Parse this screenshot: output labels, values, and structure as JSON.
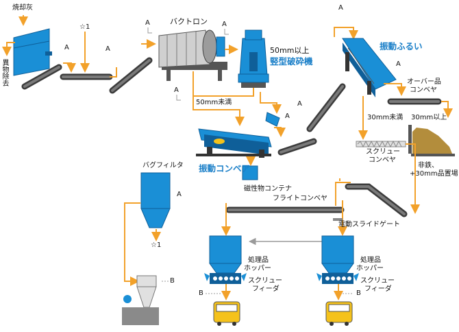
{
  "colors": {
    "flow": "#f2a12a",
    "equipment": "#1a8fd6",
    "equipment_dark": "#0f5f99",
    "conveyor": "#3c3c3c",
    "heading_blue": "#1a7fc8",
    "return_arrow": "#9a9a9a",
    "pile": "#b38d3c",
    "truck": "#f5c21b"
  },
  "labels": {
    "incinerator_ash": "焼却灰",
    "foreign_removal": "異物除去",
    "bactron": "バクトロン",
    "over50": "50mm以上",
    "crusher": "竪型破砕機",
    "under50": "50mm未満",
    "vib_screen": "振動ふるい",
    "over_conv_1": "オーバー品",
    "over_conv_2": "コンベヤ",
    "under30": "30mm未満",
    "over30": "30mm以上",
    "screw_conv_1": "スクリュー",
    "screw_conv_2": "コンベヤ",
    "iron_1": "非鉄、",
    "iron_2": "+30mm品置場",
    "vib_conveyor": "振動コンベア",
    "magnetic_container": "磁性物コンテナ",
    "flight_conveyor": "フライトコンベヤ",
    "electric_gate": "電動スライドゲート",
    "bag_filter": "バグフィルタ",
    "hopper_1": "処理品",
    "hopper_2": "ホッパー",
    "feeder_1": "スクリュー",
    "feeder_2": "フィーダ"
  },
  "markers": {
    "a": "A",
    "b": "B",
    "star1": "☆1"
  }
}
